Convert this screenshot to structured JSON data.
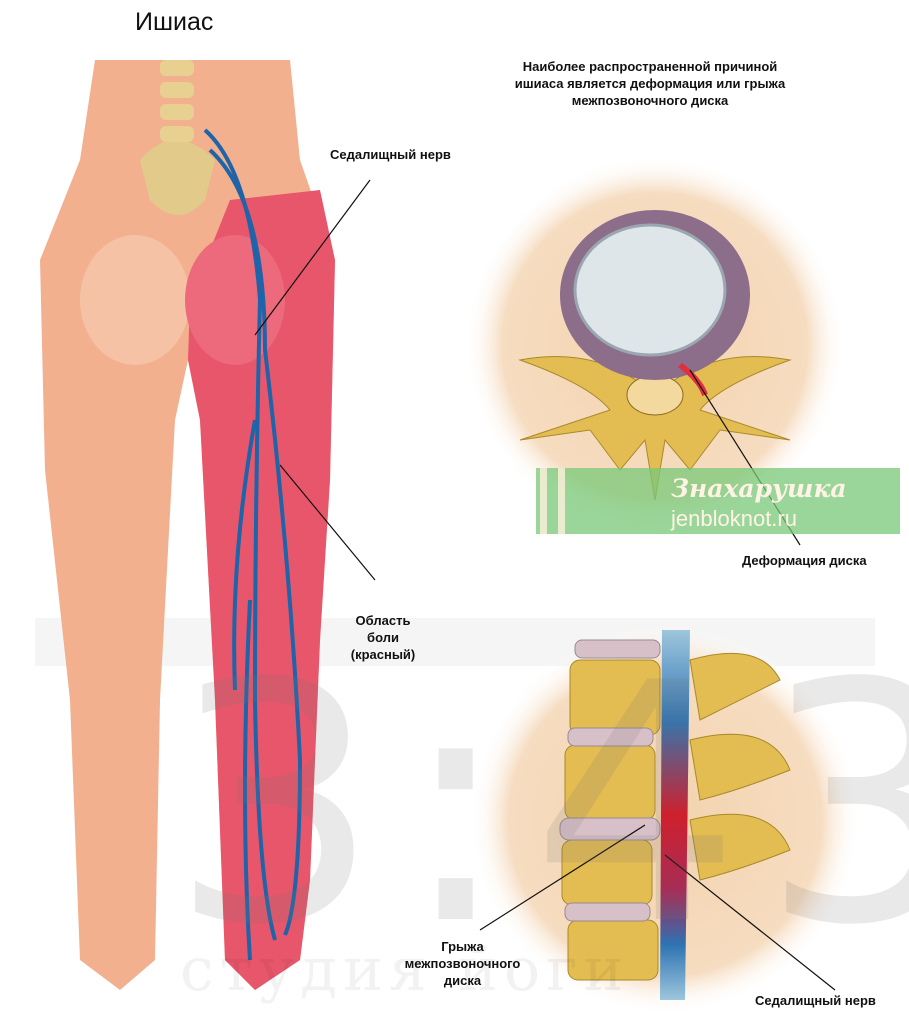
{
  "title": "Ишиас",
  "caption": [
    "Наиболее распространенной причиной",
    "ишиаса является деформация или грыжа",
    "межпозвоночного диска"
  ],
  "labels": {
    "sciatic_nerve_top": "Седалищный нерв",
    "pain_area": [
      "Область боли",
      "(красный)"
    ],
    "disc_deformation": "Деформация диска",
    "herniation": [
      "Грыжа",
      "межпозвоночного",
      "диска"
    ],
    "sciatic_nerve_bottom": "Седалищный нерв"
  },
  "watermark": {
    "brand": "Знахарушка",
    "url": "jenbloknot.ru",
    "background_time": "3:43",
    "background_text": "студия йоги"
  },
  "colors": {
    "skin": "#f2b08f",
    "pain": "#e8566b",
    "nerve": "#1f63a8",
    "bone": "#e3bc52",
    "disc_circle": "#f3d6b5"
  }
}
